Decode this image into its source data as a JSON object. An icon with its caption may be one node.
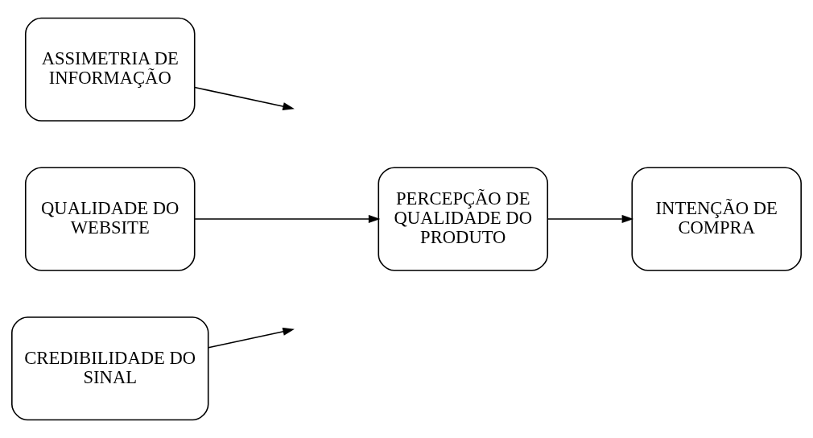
{
  "diagram": {
    "nodes": [
      {
        "text": [
          "ASSIMETRIA DE INFORMAÇÃO"
        ]
      },
      {
        "text": [
          "QUALIDADE DO WEBSITE"
        ]
      },
      {
        "text": [
          "PERCEPÇÃO DE QUALIDADE DO PRODUTO"
        ]
      },
      {
        "text": [
          "INTENÇÃO DE COMPRA"
        ]
      },
      {
        "text": [
          "CREDIBILIDADE DO SINAL"
        ]
      }
    ],
    "edges": [
      {
        "from": 0,
        "to": null,
        "arrow": "to"
      },
      {
        "from": 1,
        "to": 2,
        "arrow": "to"
      },
      {
        "from": 2,
        "to": 3,
        "arrow": "to"
      },
      {
        "from": 4,
        "to": null,
        "arrow": "to"
      }
    ]
  }
}
